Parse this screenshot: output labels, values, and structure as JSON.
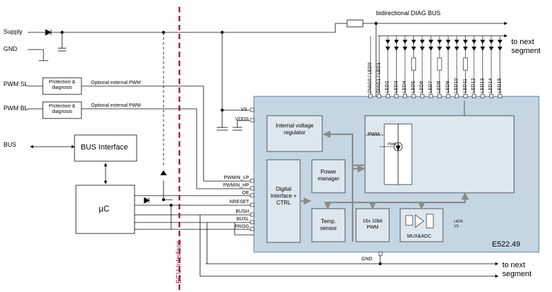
{
  "colors": {
    "ic_fill": "#c5d6e3",
    "ic_stroke": "#6d8fa8",
    "block_fill": "#dde7ef",
    "ecu_line": "#a51c4a",
    "gray_conn": "#8a8a8a"
  },
  "left_signals": {
    "supply": "Supply",
    "gnd": "GND",
    "pwm_sl": "PWM SL",
    "pwm_bl": "PWM BL",
    "bus": "BUS"
  },
  "protection": {
    "box1": "Protection & diagnosis",
    "box2": "Protection & diagnosis",
    "optional1": "Optional external PWM",
    "optional2": "Optional external PWM"
  },
  "bus_interface": "BUS Interface",
  "uc": "µC",
  "ecu_interface": "ECU Interface",
  "top": {
    "diag_bus": "bidirectional DIAG BUS",
    "next_segment_top": "to next\nsegment"
  },
  "bottom": {
    "next_segment_bottom": "to next\nsegment",
    "gnd": "GND"
  },
  "ic": {
    "name": "E522.49",
    "vs": "VS",
    "vdds": "VDDS",
    "pins_left": [
      "PWMIN_LP",
      "PWMIN_HP",
      "OE",
      "NRESET",
      "BUSH",
      "BUSL",
      "PROG"
    ],
    "led_pins": [
      "DIAG0 / LED0",
      "DIAG1 / LED1",
      "LED2",
      "LED3",
      "LED4",
      "LED5",
      "LED6",
      "LED7",
      "LED8",
      "LED9",
      "LED10",
      "LED11",
      "LED12",
      "LED13",
      "LED14",
      "LED15"
    ],
    "blocks": {
      "regulator": "Internal voltage regulator",
      "digital": "Digital Interface + CTRL",
      "power_manager": "Power manager",
      "temp_sensor": "Temp. sensor",
      "pwm16": "16x 10bit PWM",
      "mux_adc": "MUX&ADC",
      "pwm_label": "PWM",
      "pwm_small": "PWM",
      "led0": "LED0",
      "vs_small": "VS"
    }
  }
}
